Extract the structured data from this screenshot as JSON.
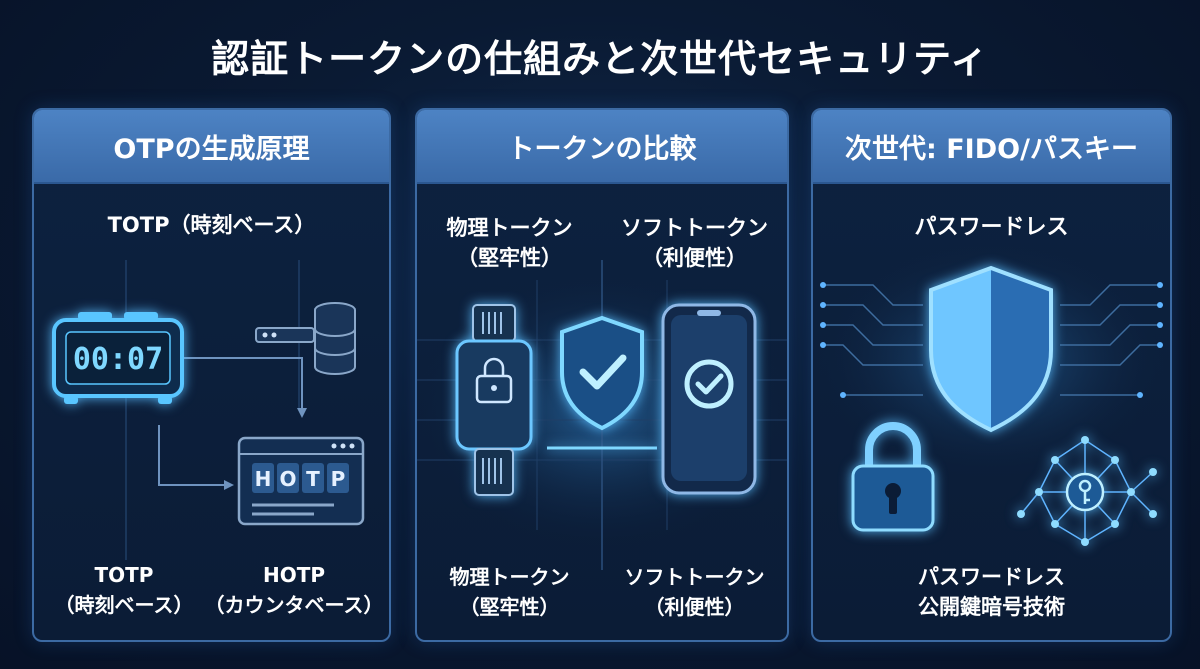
{
  "title": "認証トークンの仕組みと次世代セキュリティ",
  "panels": [
    {
      "heading": "OTPの生成原理",
      "top_label": "TOTP（時刻ベース）",
      "clock_display": "00:07",
      "hotp_display": [
        "H",
        "O",
        "T",
        "P"
      ],
      "bottom_left": {
        "line1": "TOTP",
        "line2": "（時刻ベース）"
      },
      "bottom_right": {
        "line1": "HOTP",
        "line2": "（カウンタベース）"
      }
    },
    {
      "heading": "トークンの比較",
      "top_left": {
        "line1": "物理トークン",
        "line2": "（堅牢性）"
      },
      "top_right": {
        "line1": "ソフトトークン",
        "line2": "（利便性）"
      },
      "bottom_left": {
        "line1": "物理トークン",
        "line2": "（堅牢性）"
      },
      "bottom_right": {
        "line1": "ソフトトークン",
        "line2": "（利便性）"
      }
    },
    {
      "heading": "次世代: FIDO/パスキー",
      "top_label": "パスワードレス",
      "bottom": {
        "line1": "パスワードレス",
        "line2": "公開鍵暗号技術"
      }
    }
  ],
  "colors": {
    "accent": "#4fc3ff",
    "panel_header": "#4d83c4",
    "background": "#0a1a33"
  },
  "icons": [
    "alarm-clock-icon",
    "server-icon",
    "browser-window-icon",
    "usb-key-icon",
    "shield-check-icon",
    "smartphone-icon",
    "shield-icon",
    "padlock-icon",
    "network-key-icon"
  ]
}
